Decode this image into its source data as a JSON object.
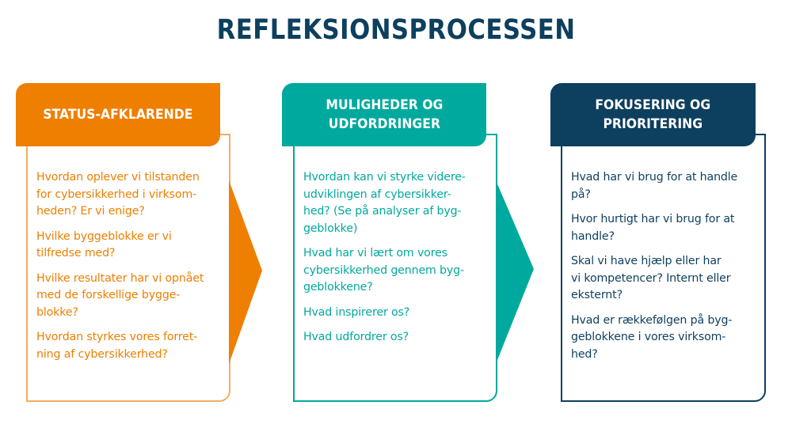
{
  "title": "REFLEKSIONSPROCESSEN",
  "colors": {
    "title": "#0d3f5e",
    "orange": "#ee7f00",
    "orange_border": "#f3ad62",
    "teal": "#00a99d",
    "navy": "#0d3f5e"
  },
  "stages": [
    {
      "header": "STATUS-AFKLARENDE",
      "questions": [
        "Hvordan oplever vi tilstanden\nfor cybersikkerhed i virksom-\nheden? Er vi enige?",
        "Hvilke byggeblokke er vi\ntilfredse med?",
        "Hvilke resultater har vi opnået\nmed de forskellige bygge-\nblokke?",
        "Hvordan styrkes vores forret-\nning af cybersikkerhed?"
      ]
    },
    {
      "header": "MULIGHEDER OG\nUDFORDRINGER",
      "questions": [
        "Hvordan kan vi styrke videre-\nudviklingen af cybersikker-\nhed? (Se på analyser af byg-\ngeblokke)",
        "Hvad har vi lært om vores\ncybersikkerhed gennem byg-\ngeblokkene?",
        "Hvad inspirerer os?",
        "Hvad udfordrer os?"
      ]
    },
    {
      "header": "FOKUSERING OG\nPRIORITERING",
      "questions": [
        "Hvad har vi brug for at handle\npå?",
        "Hvor hurtigt har vi brug for at\nhandle?",
        "Skal vi have hjælp eller har\nvi kompetencer? Internt eller\neksternt?",
        "Hvad er rækkefølgen på byg-\ngeblokkene i vores virksom-\nhed?"
      ]
    }
  ]
}
